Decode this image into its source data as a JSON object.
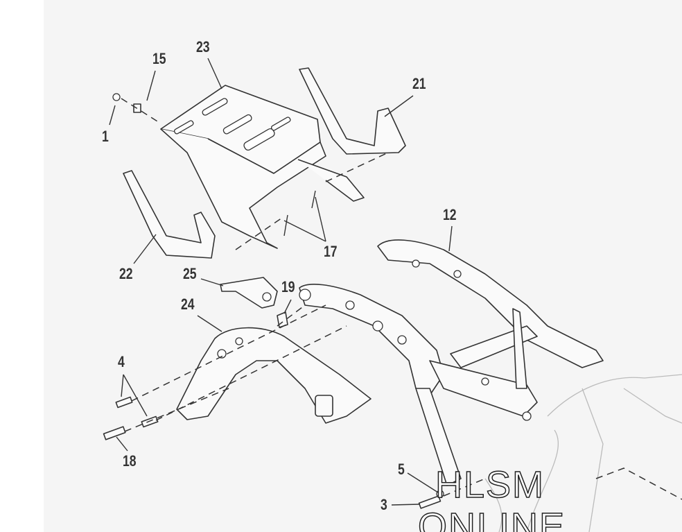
{
  "diagram": {
    "callouts": {
      "c1": "1",
      "c3": "3",
      "c4": "4",
      "c5": "5",
      "c12": "12",
      "c15": "15",
      "c17": "17",
      "c18": "18",
      "c19": "19",
      "c21": "21",
      "c22": "22",
      "c23": "23",
      "c24": "24",
      "c25": "25"
    }
  },
  "watermark": {
    "line1": "HLSM",
    "line2": "ONLINE"
  }
}
